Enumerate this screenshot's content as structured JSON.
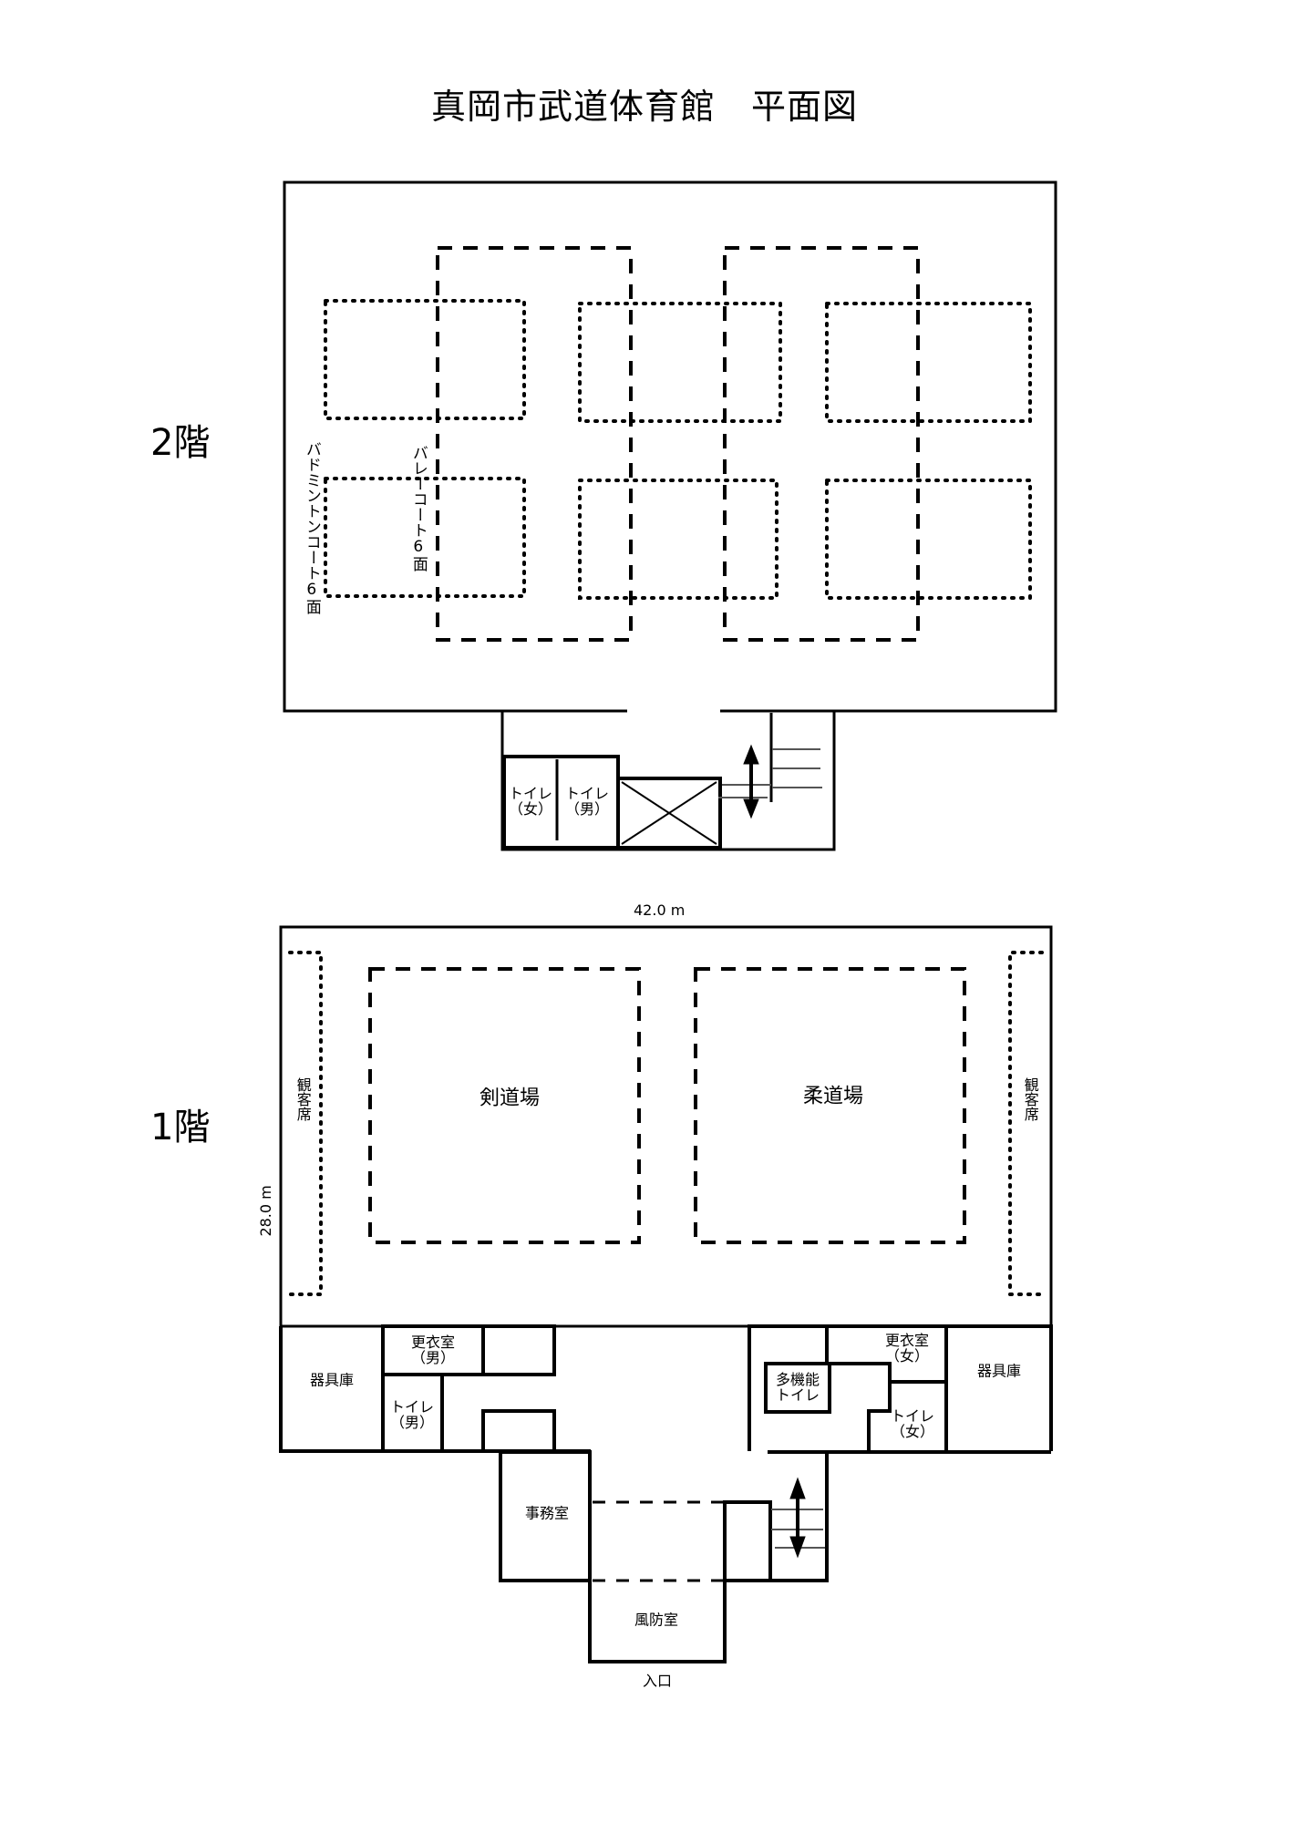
{
  "title": "真岡市武道体育館　平面図",
  "floors": {
    "second": {
      "label": "2階",
      "courts": {
        "badminton": "バドミントンコート6面",
        "volleyball": "バレーコート6面"
      },
      "rooms": {
        "toilet_women": {
          "line1": "トイレ",
          "line2": "（女）"
        },
        "toilet_men": {
          "line1": "トイレ",
          "line2": "（男）"
        }
      }
    },
    "first": {
      "label": "1階",
      "dimensions": {
        "width": "42.0 m",
        "depth": "28.0 m"
      },
      "halls": {
        "kendo": "剣道場",
        "judo": "柔道場"
      },
      "spectator_left": "観客席",
      "spectator_right": "観客席",
      "rooms": {
        "storage_left": "器具庫",
        "storage_right": "器具庫",
        "locker_men": {
          "line1": "更衣室",
          "line2": "（男）"
        },
        "toilet_men": {
          "line1": "トイレ",
          "line2": "（男）"
        },
        "locker_women": {
          "line1": "更衣室",
          "line2": "（女）"
        },
        "toilet_women": {
          "line1": "トイレ",
          "line2": "（女）"
        },
        "multi_toilet": {
          "line1": "多機能",
          "line2": "トイレ"
        },
        "office": "事務室",
        "windbreak": "風防室",
        "entrance": "入口"
      }
    }
  },
  "colors": {
    "line": "#000000",
    "stair_line": "#555555",
    "background": "#ffffff"
  }
}
